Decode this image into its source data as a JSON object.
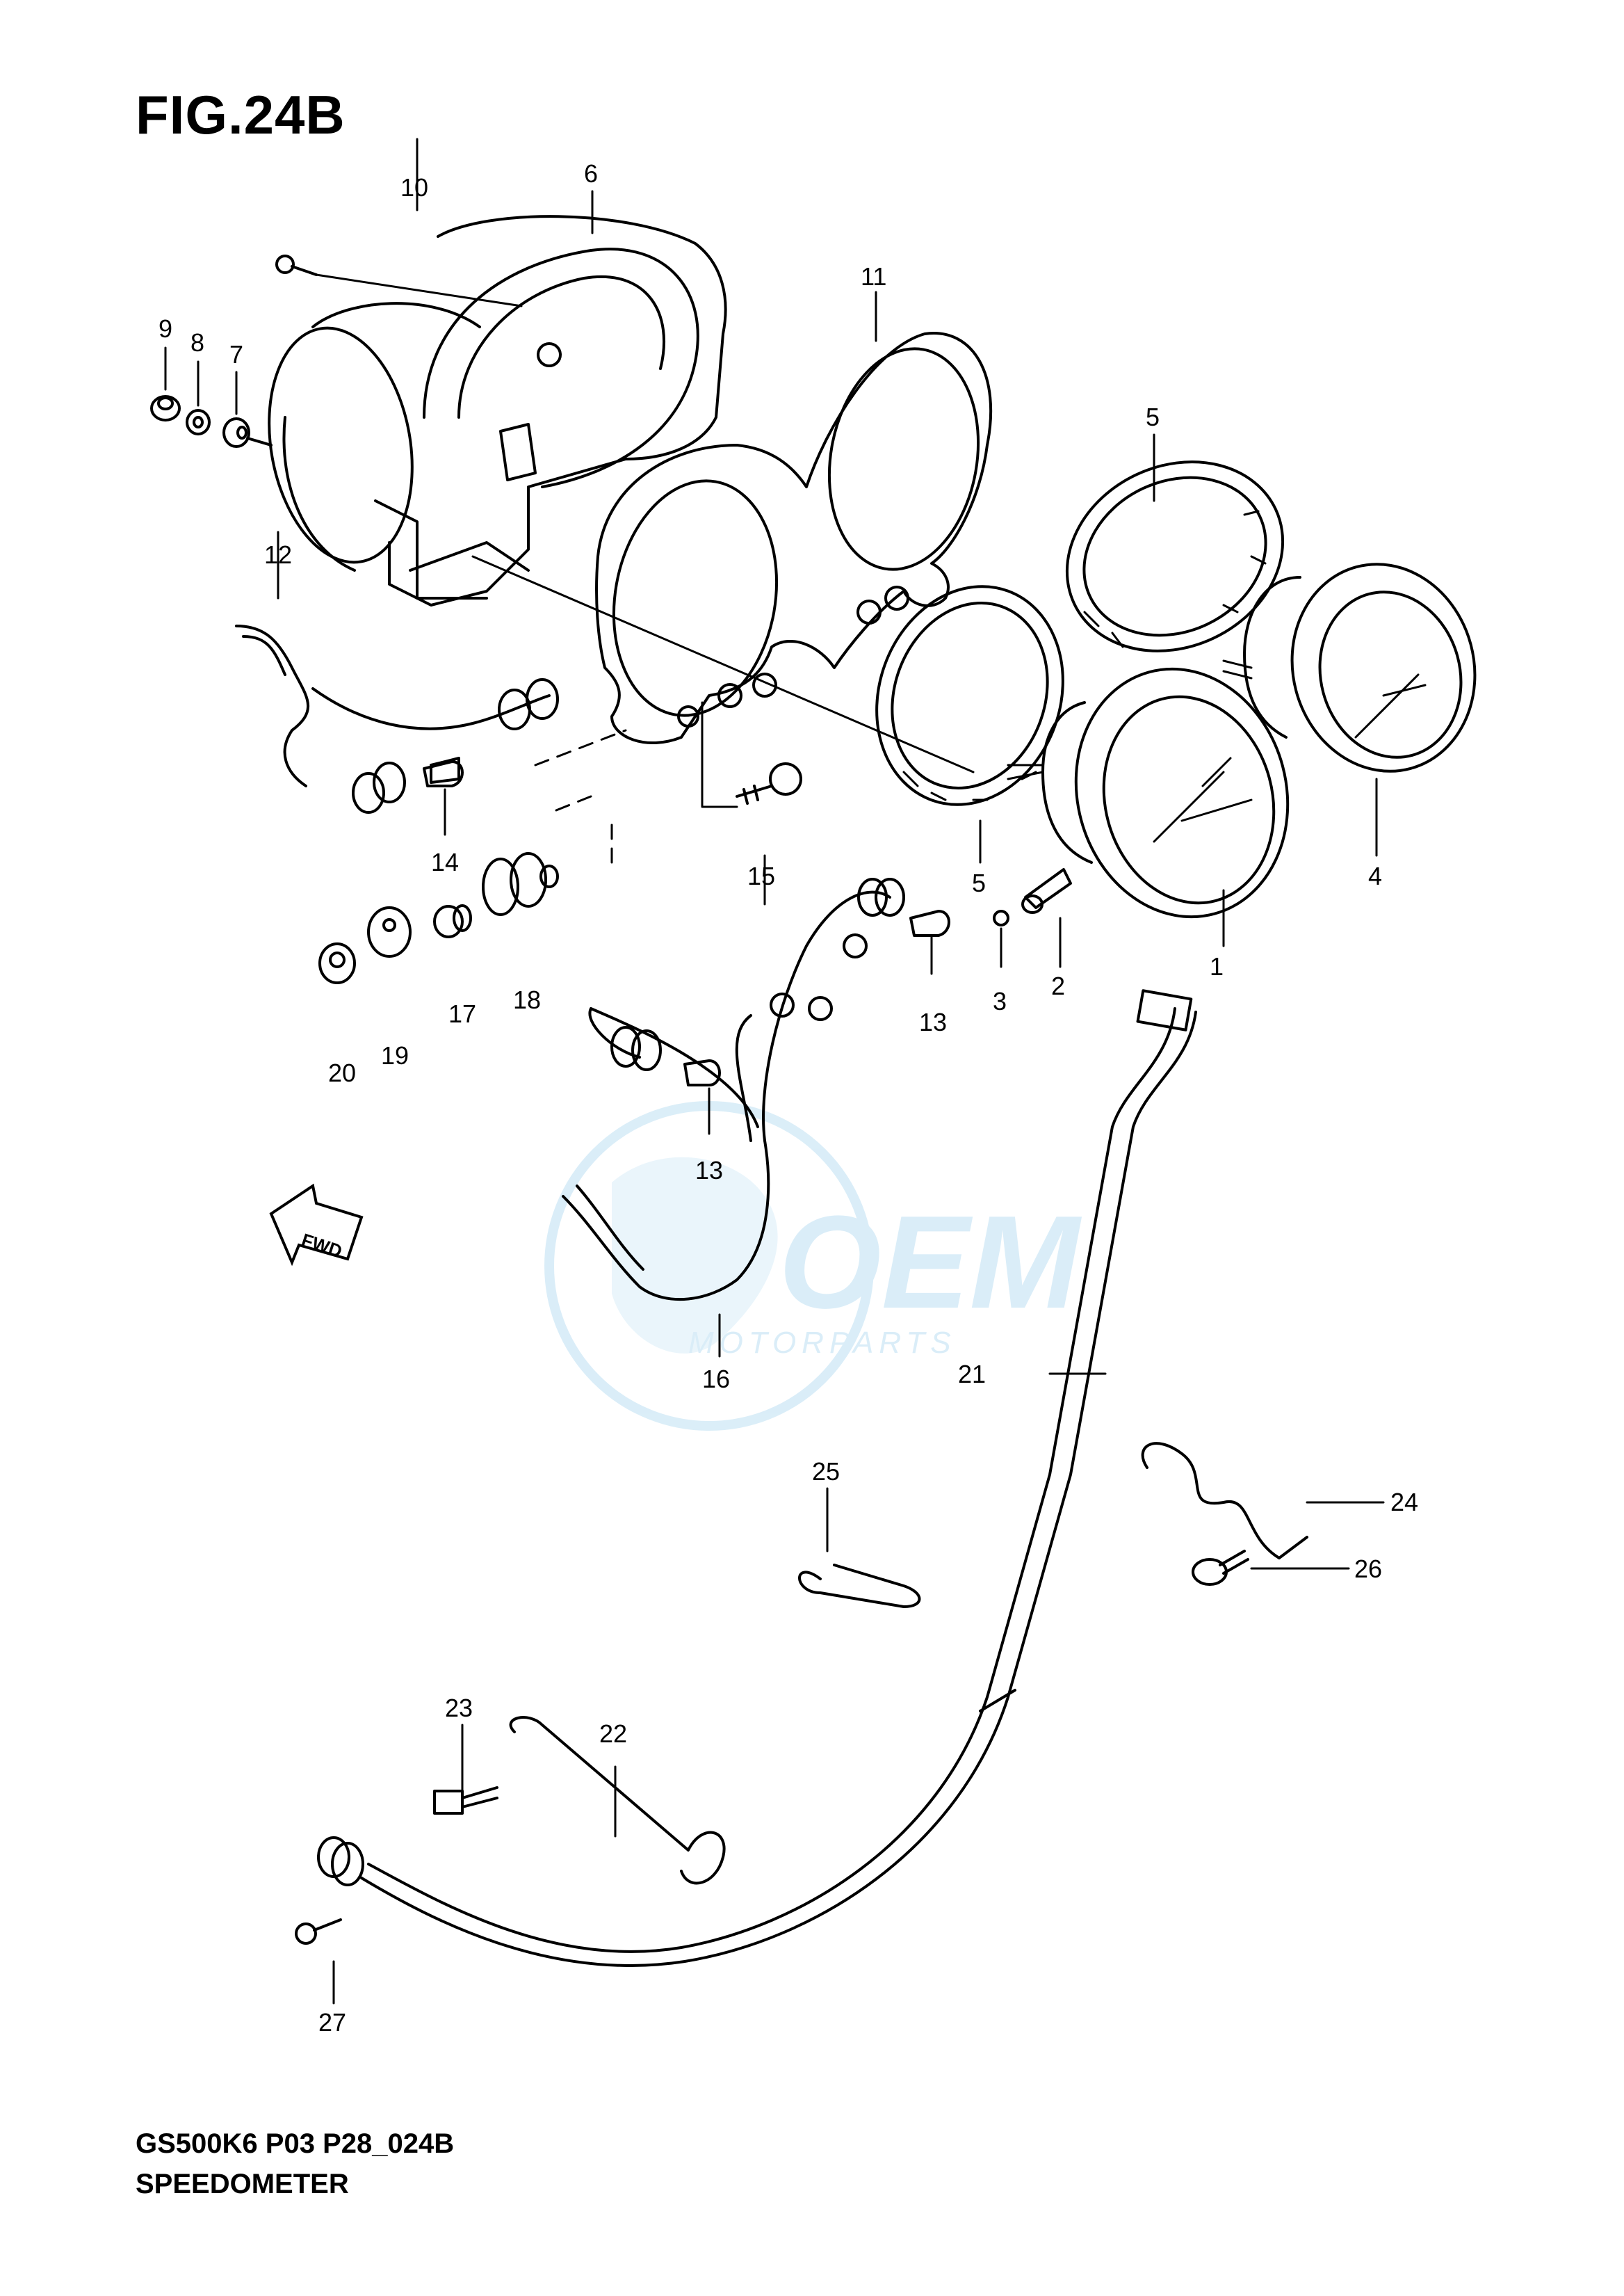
{
  "figure": {
    "title": "FIG.24B",
    "code": "GS500K6 P03 P28_024B",
    "name": "SPEEDOMETER"
  },
  "direction_marker": {
    "label": "FWD"
  },
  "watermark": {
    "brand": "OEM",
    "subtitle": "MOTORPARTS"
  },
  "callouts": [
    "1",
    "2",
    "3",
    "4",
    "5",
    "5",
    "6",
    "7",
    "8",
    "9",
    "10",
    "11",
    "12",
    "13",
    "13",
    "14",
    "15",
    "16",
    "17",
    "18",
    "19",
    "20",
    "21",
    "22",
    "23",
    "24",
    "25",
    "26",
    "27"
  ],
  "colors": {
    "line": "#000000",
    "background": "#ffffff",
    "watermark": "#bde0f3"
  }
}
